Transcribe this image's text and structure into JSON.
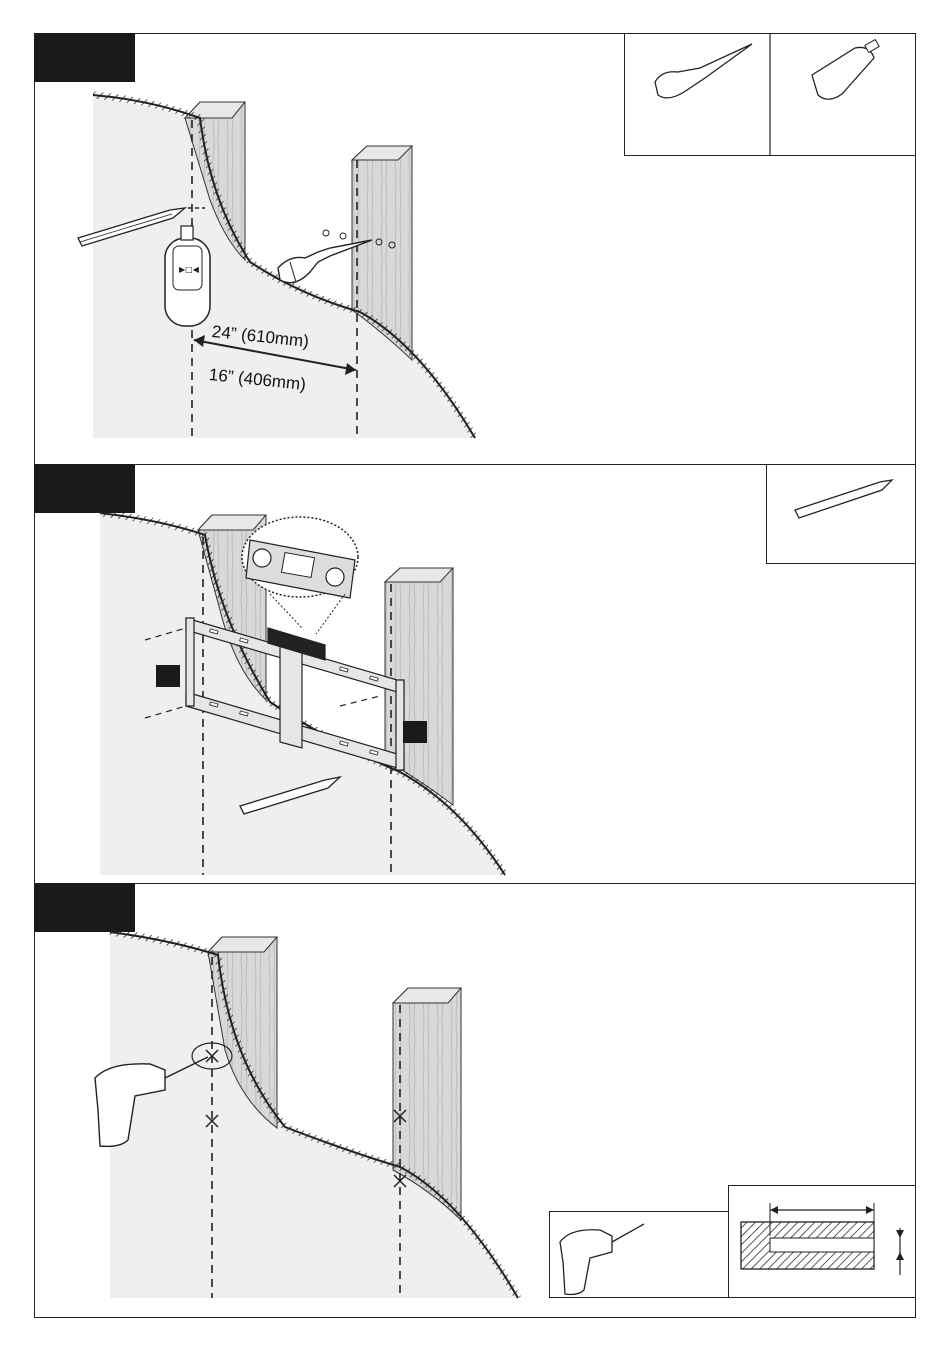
{
  "page": {
    "title": ""
  },
  "steps": [
    {
      "id": "step-1",
      "tools": [
        "awl-icon",
        "stud-finder-icon"
      ],
      "measurements": {
        "wide": "24” (610mm)",
        "narrow": "16” (406mm)"
      }
    },
    {
      "id": "step-2",
      "tools": [
        "pencil-icon"
      ]
    },
    {
      "id": "step-3",
      "tools": [
        "drill-icon",
        "drill-hole-diagram-icon"
      ]
    }
  ],
  "colors": {
    "ink": "#1a1a1a",
    "wall": "#eef0ee",
    "stud": "#dcdcdc"
  }
}
